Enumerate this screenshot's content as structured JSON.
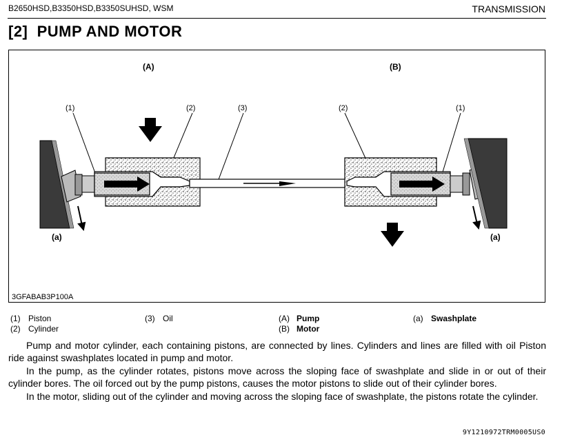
{
  "header": {
    "models": "B2650HSD,B3350HSD,B3350SUHSD, WSM",
    "section": "TRANSMISSION"
  },
  "title": "[2]  PUMP AND MOTOR",
  "figure": {
    "label_a": "(A)",
    "label_b": "(B)",
    "callout_1": "(1)",
    "callout_2": "(2)",
    "callout_3": "(3)",
    "label_swash": "(a)",
    "code": "3GFABAB3P100A"
  },
  "legend": {
    "col1": [
      {
        "num": "(1)",
        "text": "Piston"
      },
      {
        "num": "(2)",
        "text": "Cylinder"
      }
    ],
    "col2": [
      {
        "num": "(3)",
        "text": "Oil"
      }
    ],
    "col3": [
      {
        "num": "(A)",
        "text": "Pump"
      },
      {
        "num": "(B)",
        "text": "Motor"
      }
    ],
    "col4": [
      {
        "num": "(a)",
        "text": "Swashplate"
      }
    ]
  },
  "paragraphs": [
    "Pump and motor cylinder, each containing pistons, are connected by lines. Cylinders and lines are filled with oil Piston ride against swashplates located in pump and motor.",
    "In the pump, as the cylinder rotates, pistons move across the sloping face of swashplate and slide in or out of their cylinder bores. The oil forced out by the pump pistons, causes the motor pistons to slide out of their cylinder bores.",
    "In the motor, sliding out of the cylinder and moving across the sloping face of swashplate, the pistons rotate the cylinder."
  ],
  "footer_code": "9Y1210972TRM0005US0"
}
